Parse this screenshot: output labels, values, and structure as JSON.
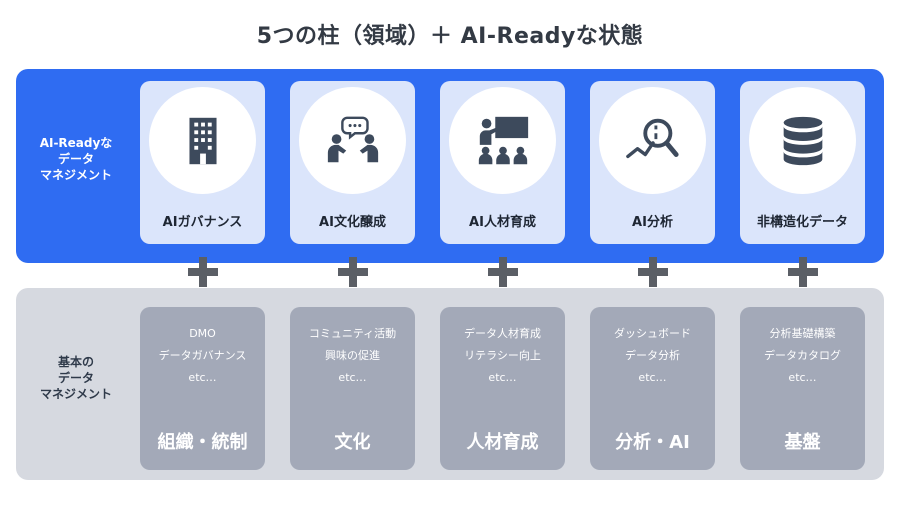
{
  "title": "5つの柱（領域）＋ AI-Readyな状態",
  "top_band": {
    "label": [
      "AI-Readyな",
      "データ",
      "マネジメント"
    ],
    "pillars": [
      {
        "label": "AIガバナンス",
        "icon": "building-icon"
      },
      {
        "label": "AI文化醸成",
        "icon": "discussion-icon"
      },
      {
        "label": "AI人材育成",
        "icon": "presentation-icon"
      },
      {
        "label": "AI分析",
        "icon": "magnifier-chart-icon"
      },
      {
        "label": "非構造化データ",
        "icon": "database-icon"
      }
    ]
  },
  "bottom_band": {
    "label": [
      "基本の",
      "データ",
      "マネジメント"
    ],
    "blocks": [
      {
        "lines": [
          "DMO",
          "データガバナンス",
          "etc…"
        ],
        "title": "組織・統制"
      },
      {
        "lines": [
          "コミュニティ活動",
          "興味の促進",
          "etc…"
        ],
        "title": "文化"
      },
      {
        "lines": [
          "データ人材育成",
          "リテラシー向上",
          "etc…"
        ],
        "title": "人材育成"
      },
      {
        "lines": [
          "ダッシュボード",
          "データ分析",
          "etc…"
        ],
        "title": "分析・AI"
      },
      {
        "lines": [
          "分析基礎構築",
          "データカタログ",
          "etc…"
        ],
        "title": "基盤"
      }
    ]
  },
  "colors": {
    "top_band": "#2f6cf2",
    "pillar_card": "#dbe5fb",
    "icon": "#3d4a5c",
    "bottom_band": "#d6d9e0",
    "base_card": "#a3a9b8",
    "plus": "#5b5f66"
  }
}
